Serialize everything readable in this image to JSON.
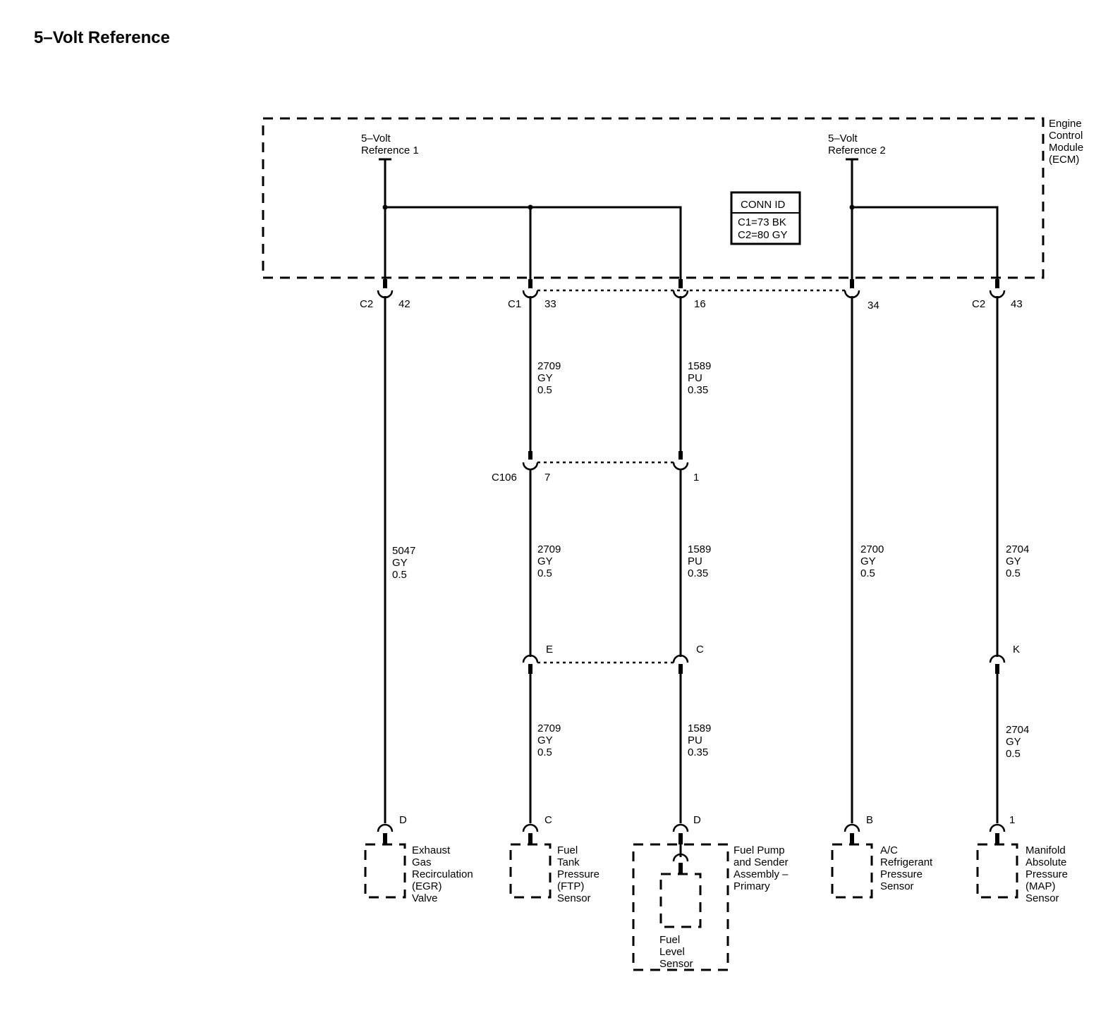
{
  "title": "5–Volt Reference",
  "ecm": {
    "label": [
      "Engine",
      "Control",
      "Module",
      "(ECM)"
    ],
    "ref1": [
      "5–Volt",
      "Reference 1"
    ],
    "ref2": [
      "5–Volt",
      "Reference 2"
    ]
  },
  "conn_id": {
    "header": "CONN ID",
    "lines": [
      "C1=73 BK",
      "C2=80 GY"
    ]
  },
  "ecm_pins": [
    {
      "connector": "C2",
      "pin": "42"
    },
    {
      "connector": "C1",
      "pin": "33"
    },
    {
      "connector": "",
      "pin": "16"
    },
    {
      "connector": "",
      "pin": "34"
    },
    {
      "connector": "C2",
      "pin": "43"
    }
  ],
  "c106": {
    "name": "C106",
    "pins": [
      "7",
      "1"
    ]
  },
  "wires": {
    "w5047": [
      "5047",
      "GY",
      "0.5"
    ],
    "w2709a": [
      "2709",
      "GY",
      "0.5"
    ],
    "w1589a": [
      "1589",
      "PU",
      "0.35"
    ],
    "w2709b": [
      "2709",
      "GY",
      "0.5"
    ],
    "w1589b": [
      "1589",
      "PU",
      "0.35"
    ],
    "w2700": [
      "2700",
      "GY",
      "0.5"
    ],
    "w2704a": [
      "2704",
      "GY",
      "0.5"
    ],
    "w2709c": [
      "2709",
      "GY",
      "0.5"
    ],
    "w1589c": [
      "1589",
      "PU",
      "0.35"
    ],
    "w2704b": [
      "2704",
      "GY",
      "0.5"
    ]
  },
  "inline_pins": {
    "e": "E",
    "c": "C",
    "k": "K"
  },
  "components": {
    "egr": {
      "pin": "D",
      "label": [
        "Exhaust",
        "Gas",
        "Recirculation",
        "(EGR)",
        "Valve"
      ]
    },
    "ftp": {
      "pin": "C",
      "label": [
        "Fuel",
        "Tank",
        "Pressure",
        "(FTP)",
        "Sensor"
      ]
    },
    "fuel_pump": {
      "pin": "D",
      "label": [
        "Fuel Pump",
        "and Sender",
        "Assembly –",
        "Primary"
      ]
    },
    "fuel_level": {
      "label": [
        "Fuel",
        "Level",
        "Sensor"
      ]
    },
    "ac": {
      "pin": "B",
      "label": [
        "A/C",
        "Refrigerant",
        "Pressure",
        "Sensor"
      ]
    },
    "map": {
      "pin": "1",
      "label": [
        "Manifold",
        "Absolute",
        "Pressure",
        "(MAP)",
        "Sensor"
      ]
    }
  }
}
